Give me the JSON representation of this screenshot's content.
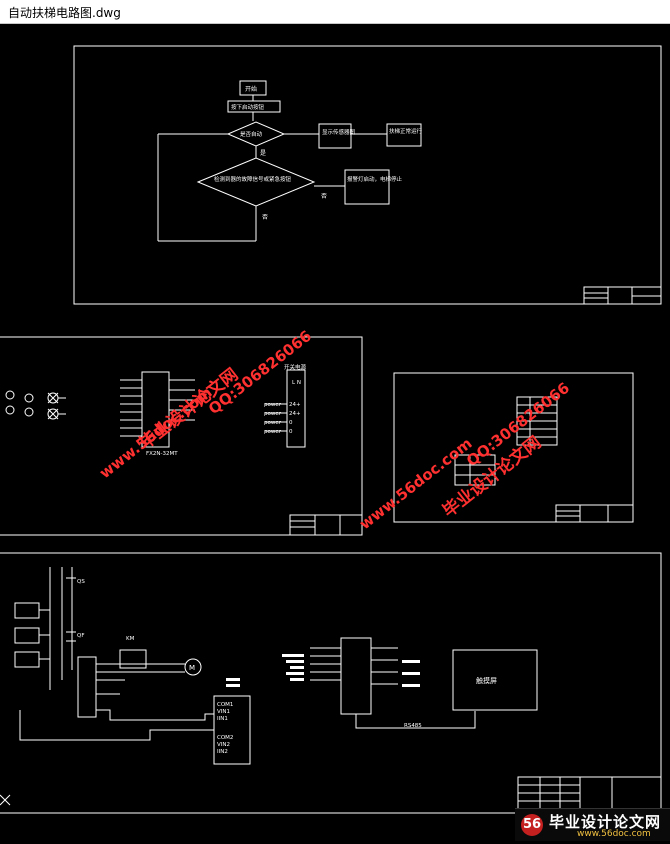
{
  "window": {
    "title": "自动扶梯电路图.dwg"
  },
  "flowchart": {
    "start": "开始",
    "step_press": "按下启动按钮",
    "decision_1": "是否自动",
    "no_label_1": "否",
    "no_label_2": "否",
    "yes_label": "是",
    "action_1": "显示传感器图",
    "action_2": "扶梯正常运行",
    "decision_2": "检测到器的故障信号或紧急按钮",
    "alarm": "报警灯启动，电梯停止"
  },
  "plc": {
    "model": "FX2N-32MT",
    "power_label": "开关电源",
    "power_ln": "L N",
    "wires": [
      "power",
      "power",
      "power",
      "power"
    ],
    "outputs": [
      "24+",
      "24+",
      "0",
      "0"
    ]
  },
  "main_drawing": {
    "touchscreen": "触摸屏",
    "rs485": "RS485",
    "motor": "M",
    "breakers": [
      "QS",
      "QF",
      "KM"
    ],
    "inverter_terms": [
      "COM1",
      "VIN1",
      "IIN1",
      "COM2",
      "VIN2",
      "IIN2"
    ]
  },
  "watermarks": [
    "www.56doc.com",
    "毕业设计论文网",
    "QQ:306826066"
  ],
  "footer_logo": {
    "icon": "56",
    "main": "毕业设计论文网",
    "url": "www.56doc.com"
  }
}
